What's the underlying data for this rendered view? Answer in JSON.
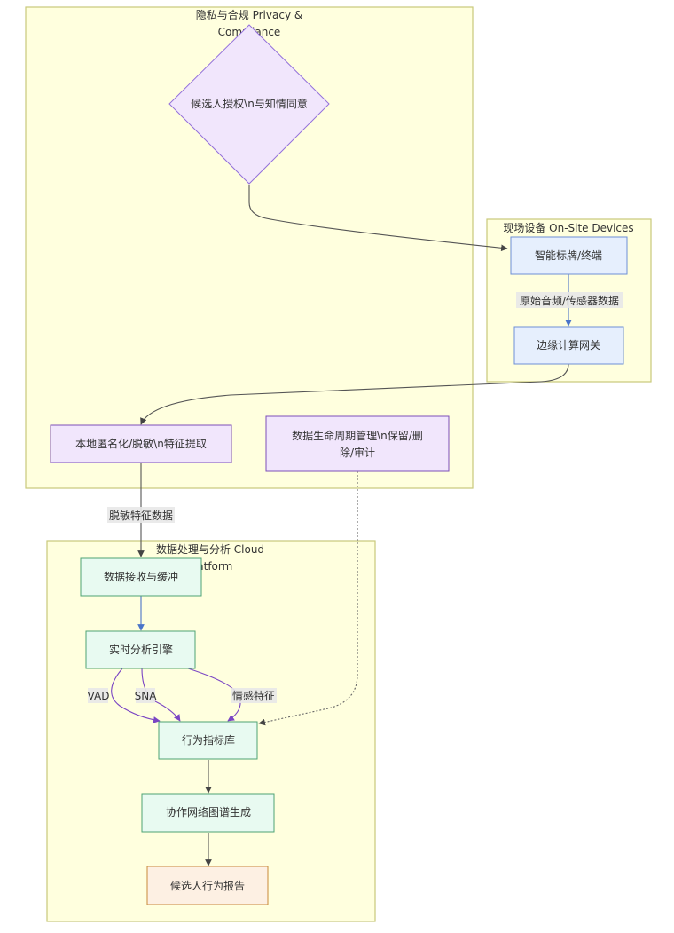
{
  "diagram": {
    "type": "flowchart",
    "clusters": [
      {
        "id": "privacy",
        "title_lines": [
          "隐私与合规 Privacy &",
          "Compliance"
        ]
      },
      {
        "id": "devices",
        "title_lines": [
          "现场设备 On-Site Devices"
        ]
      },
      {
        "id": "cloud",
        "title_lines": [
          "数据处理与分析 Cloud",
          "Platform"
        ]
      }
    ],
    "nodes": [
      {
        "id": "consent",
        "shape": "diamond",
        "cluster": "privacy",
        "lines": [
          "候选人授权\\n与知情同意"
        ],
        "style": "purple"
      },
      {
        "id": "badge",
        "shape": "rect",
        "cluster": "devices",
        "lines": [
          "智能标牌/终端"
        ],
        "style": "blue"
      },
      {
        "id": "edge_gw",
        "shape": "rect",
        "cluster": "devices",
        "lines": [
          "边缘计算网关"
        ],
        "style": "blue"
      },
      {
        "id": "anon",
        "shape": "rect",
        "cluster": "privacy",
        "lines": [
          "本地匿名化/脱敏\\n特征提取"
        ],
        "style": "purple"
      },
      {
        "id": "lifecycle",
        "shape": "rect",
        "cluster": "privacy",
        "lines": [
          "数据生命周期管理\\n保留/删",
          "除/审计"
        ],
        "style": "purple"
      },
      {
        "id": "ingest",
        "shape": "rect",
        "cluster": "cloud",
        "lines": [
          "数据接收与缓冲"
        ],
        "style": "green"
      },
      {
        "id": "engine",
        "shape": "rect",
        "cluster": "cloud",
        "lines": [
          "实时分析引擎"
        ],
        "style": "green"
      },
      {
        "id": "metrics",
        "shape": "rect",
        "cluster": "cloud",
        "lines": [
          "行为指标库"
        ],
        "style": "green"
      },
      {
        "id": "graph",
        "shape": "rect",
        "cluster": "cloud",
        "lines": [
          "协作网络图谱生成"
        ],
        "style": "green"
      },
      {
        "id": "report",
        "shape": "rect",
        "cluster": "cloud",
        "lines": [
          "候选人行为报告"
        ],
        "style": "orange"
      }
    ],
    "edges": [
      {
        "from": "consent",
        "to": "badge",
        "label": "",
        "style": "solid",
        "color": "gray"
      },
      {
        "from": "badge",
        "to": "edge_gw",
        "label": "原始音频/传感器数据",
        "style": "solid",
        "color": "blue"
      },
      {
        "from": "edge_gw",
        "to": "anon",
        "label": "",
        "style": "solid",
        "color": "gray"
      },
      {
        "from": "anon",
        "to": "ingest",
        "label": "脱敏特征数据",
        "style": "solid",
        "color": "gray"
      },
      {
        "from": "ingest",
        "to": "engine",
        "label": "",
        "style": "solid",
        "color": "blue"
      },
      {
        "from": "engine",
        "to": "metrics",
        "label": "VAD",
        "style": "solid",
        "color": "purple"
      },
      {
        "from": "engine",
        "to": "metrics",
        "label": "SNA",
        "style": "solid",
        "color": "purple"
      },
      {
        "from": "engine",
        "to": "metrics",
        "label": "情感特征",
        "style": "solid",
        "color": "purple"
      },
      {
        "from": "lifecycle",
        "to": "metrics",
        "label": "",
        "style": "dotted",
        "color": "gray"
      },
      {
        "from": "metrics",
        "to": "graph",
        "label": "",
        "style": "solid",
        "color": "gray"
      },
      {
        "from": "graph",
        "to": "report",
        "label": "",
        "style": "solid",
        "color": "gray"
      }
    ],
    "palette": {
      "purple": {
        "fill": "#f1e6fc",
        "stroke": "#7c4fb8"
      },
      "blue": {
        "fill": "#e6effd",
        "stroke": "#6d8fd6"
      },
      "green": {
        "fill": "#e8faf1",
        "stroke": "#4ea374"
      },
      "orange": {
        "fill": "#fdf0e3",
        "stroke": "#c98a3a"
      },
      "edge_gray": "#555555",
      "edge_blue": "#4a74c9",
      "edge_purple": "#7a45c4",
      "cluster_fill": "#ffffde",
      "cluster_stroke": "#c9c97a"
    }
  }
}
